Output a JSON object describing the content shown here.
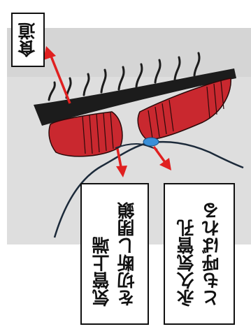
{
  "labels": {
    "esophagus": "食道",
    "trachea_line1": "気管上端",
    "trachea_line2": "を切断し閉鎖",
    "stoma_line1": "永久気管孔",
    "stoma_line2": "とも呼ばれる"
  },
  "colors": {
    "photo_background": "#dcdcdc",
    "tissue_red": "#c8282e",
    "tissue_dark": "#1a1a1a",
    "arrow_red": "#e02020",
    "stoma_blue": "#3a8fd8"
  }
}
